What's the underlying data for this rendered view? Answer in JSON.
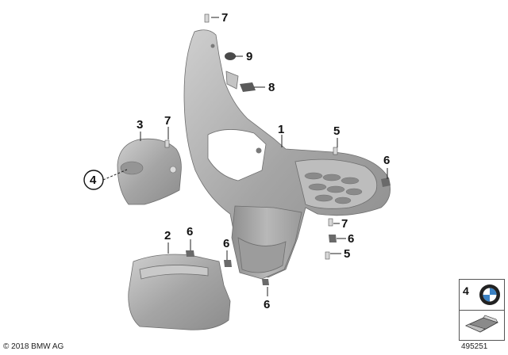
{
  "callouts": {
    "c1": "1",
    "c2": "2",
    "c3": "3",
    "c4": "4",
    "c5a": "5",
    "c5b": "5",
    "c6a": "6",
    "c6b": "6",
    "c6c": "6",
    "c6d": "6",
    "c6e": "6",
    "c7a": "7",
    "c7b": "7",
    "c7c": "7",
    "c8": "8",
    "c9": "9"
  },
  "legend": {
    "item_number": "4",
    "logo": "bmw-roundel-logo",
    "arrow_icon": "arrow-box-icon"
  },
  "footer": {
    "copyright": "© 2018 BMW AG",
    "diagram_number": "495251"
  },
  "colors": {
    "part_fill": "#a9a9a9",
    "part_shadow": "#8a8a8a",
    "part_highlight": "#d2d2d2"
  }
}
